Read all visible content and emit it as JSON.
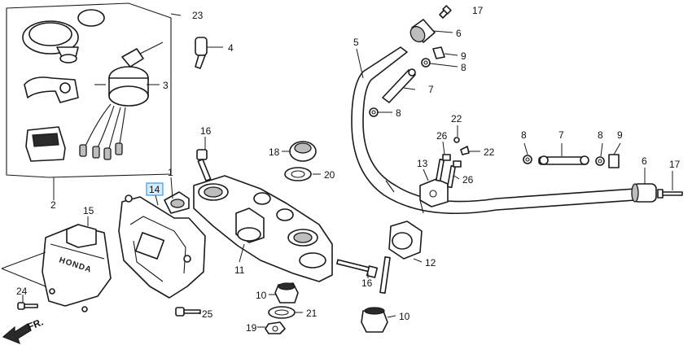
{
  "callouts": {
    "c1": "1",
    "c2": "2",
    "c3": "3",
    "c4": "4",
    "c5": "5",
    "c6a": "6",
    "c6b": "6",
    "c7a": "7",
    "c7b": "7",
    "c8a": "8",
    "c8b": "8",
    "c8c": "8",
    "c8d": "8",
    "c9a": "9",
    "c9b": "9",
    "c10a": "10",
    "c10b": "10",
    "c11": "11",
    "c12": "12",
    "c13": "13",
    "c14": "14",
    "c15": "15",
    "c16a": "16",
    "c16b": "16",
    "c17a": "17",
    "c17b": "17",
    "c18": "18",
    "c19": "19",
    "c20": "20",
    "c21": "21",
    "c22a": "22",
    "c22b": "22",
    "c23": "23",
    "c24": "24",
    "c25": "25",
    "c26a": "26",
    "c26b": "26"
  },
  "direction_label": "FR.",
  "cover_brand": "HONDA",
  "highlight_color": "#1e88d8"
}
